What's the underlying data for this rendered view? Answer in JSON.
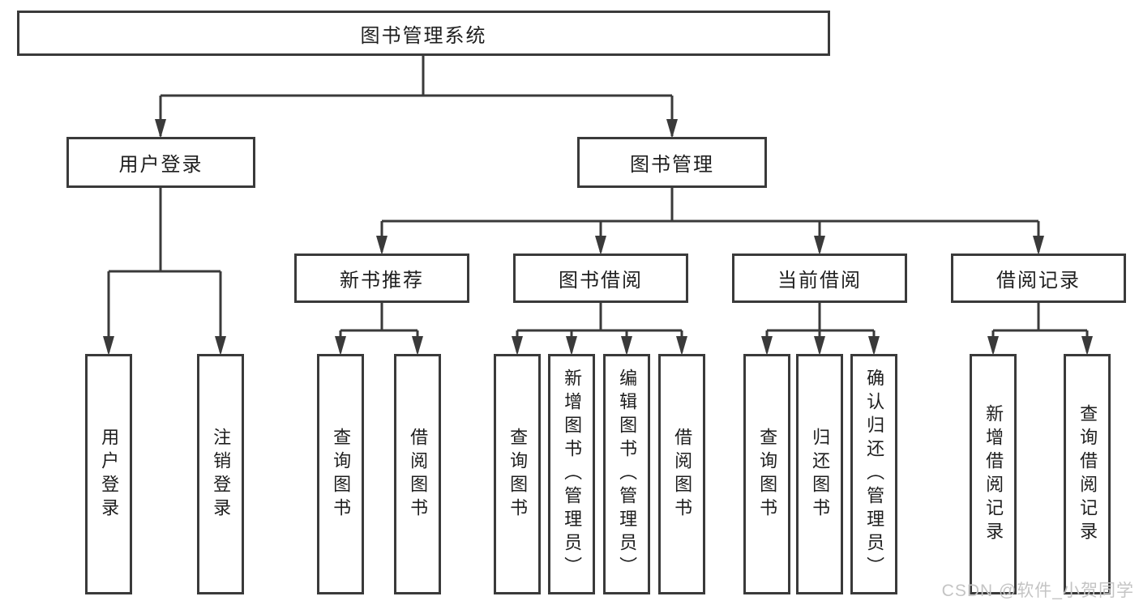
{
  "diagram": {
    "title": "图书管理系统",
    "watermark": "CSDN @软件_小贺同学",
    "colors": {
      "line": "#3a3a3a",
      "text": "#1e1e1e",
      "background": "#ffffff",
      "watermark": "#c4c4c4"
    },
    "tree": {
      "root": "图书管理系统",
      "branches": [
        {
          "label": "用户登录",
          "children": [
            "用户登录",
            "注销登录"
          ]
        },
        {
          "label": "图书管理",
          "sections": [
            {
              "label": "新书推荐",
              "children": [
                "查询图书",
                "借阅图书"
              ]
            },
            {
              "label": "图书借阅",
              "children": [
                "查询图书",
                "新增图书（管理员）",
                "编辑图书（管理员）",
                "借阅图书"
              ]
            },
            {
              "label": "当前借阅",
              "children": [
                "查询图书",
                "归还图书",
                "确认归还（管理员）"
              ]
            },
            {
              "label": "借阅记录",
              "children": [
                "新增借阅记录",
                "查询借阅记录"
              ]
            }
          ]
        }
      ]
    }
  }
}
